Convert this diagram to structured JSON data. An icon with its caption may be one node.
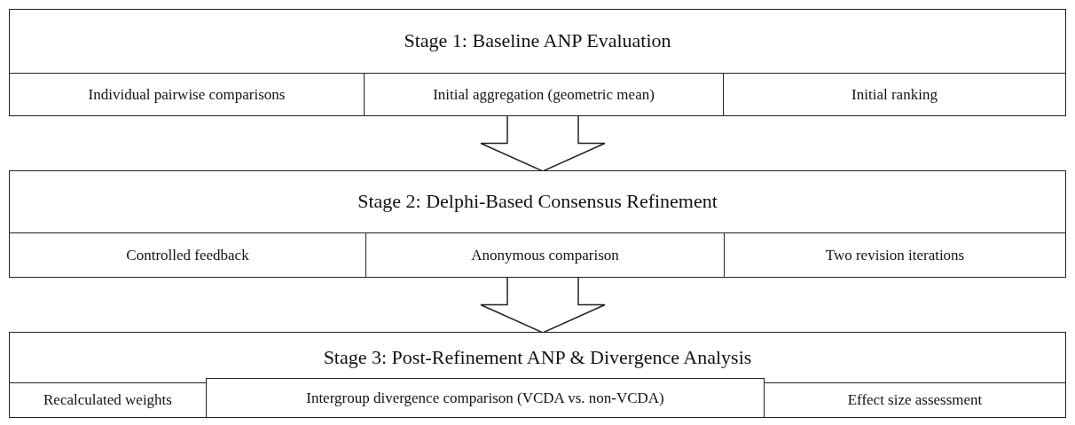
{
  "diagram": {
    "nodes": [
      {
        "text": [
          "Stage 1: Baseline ANP Evaluation"
        ]
      },
      {
        "text": [
          "Individual pairwise comparisons"
        ],
        "in": 0
      },
      {
        "text": [
          "Initial aggregation (geometric mean)"
        ],
        "in": 0
      },
      {
        "text": [
          "Initial ranking"
        ],
        "in": 0
      },
      {
        "text": [
          "Stage 2: Delphi-Based Consensus Refinement"
        ]
      },
      {
        "text": [
          "Controlled feedback"
        ],
        "in": 4
      },
      {
        "text": [
          "Anonymous comparison"
        ],
        "in": 4
      },
      {
        "text": [
          "Two revision iterations"
        ],
        "in": 4
      },
      {
        "text": [
          "Stage 3: Post-Refinement ANP & Divergence Analysis"
        ]
      },
      {
        "text": [
          "Recalculated weights"
        ],
        "in": 8
      },
      {
        "text": [
          "Intergroup divergence comparison (VCDA vs. non-VCDA)"
        ],
        "in": 8
      },
      {
        "text": [
          "Effect size assessment"
        ],
        "in": 8
      }
    ],
    "edges": [
      {
        "from": 0,
        "to": 4,
        "arrow": "to"
      },
      {
        "from": 4,
        "to": 8,
        "arrow": "to"
      }
    ]
  }
}
